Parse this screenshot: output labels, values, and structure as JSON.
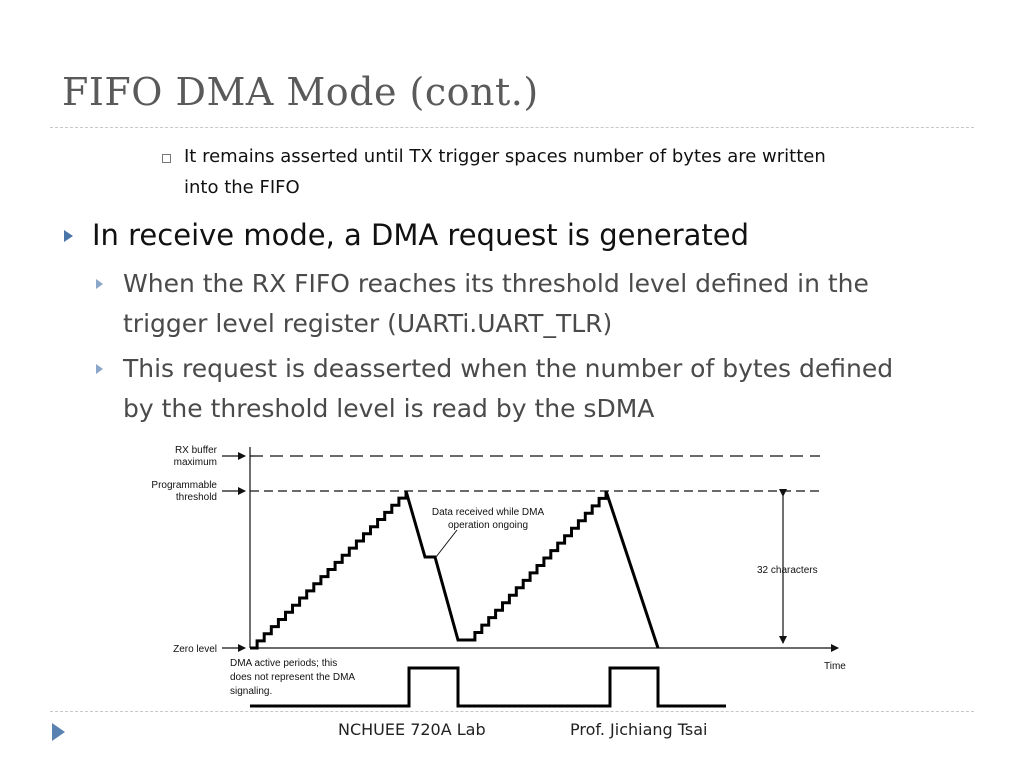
{
  "slide": {
    "title": "FIFO DMA Mode (cont.)",
    "bullets": {
      "tx_note_line1": "It remains asserted until TX trigger spaces number of bytes are written",
      "tx_note_line2": "into the FIFO",
      "receive_heading": "In receive mode, a DMA request is generated",
      "rx_point1_line1": "When the RX FIFO reaches its threshold level defined in the",
      "rx_point1_line2": "trigger level register (UARTi.UART_TLR)",
      "rx_point2_line1": "This request is deasserted when the number of bytes defined",
      "rx_point2_line2": "by the threshold level is read by the sDMA"
    },
    "footer": {
      "lab": "NCHUEE 720A Lab",
      "author": "Prof. Jichiang Tsai"
    }
  },
  "diagram": {
    "labels": {
      "rx_buffer_line1": "RX buffer",
      "rx_buffer_line2": "maximum",
      "prog_line1": "Programmable",
      "prog_line2": "threshold",
      "zero_level": "Zero level",
      "annotation_line1": "Data received while DMA",
      "annotation_line2": "operation ongoing",
      "characters": "32 characters",
      "time": "Time",
      "dma_line1": "DMA active periods; this",
      "dma_line2": "does not represent the DMA",
      "dma_line3": "signaling."
    },
    "icons": {
      "bullet_square": "square-bullet-icon",
      "bullet_triangle": "triangle-bullet-icon",
      "nav": "nav-arrow-icon"
    },
    "colors": {
      "title": "#5a5a5a",
      "accent": "#4a75a8",
      "secondary_text": "#4a4a4a"
    }
  }
}
